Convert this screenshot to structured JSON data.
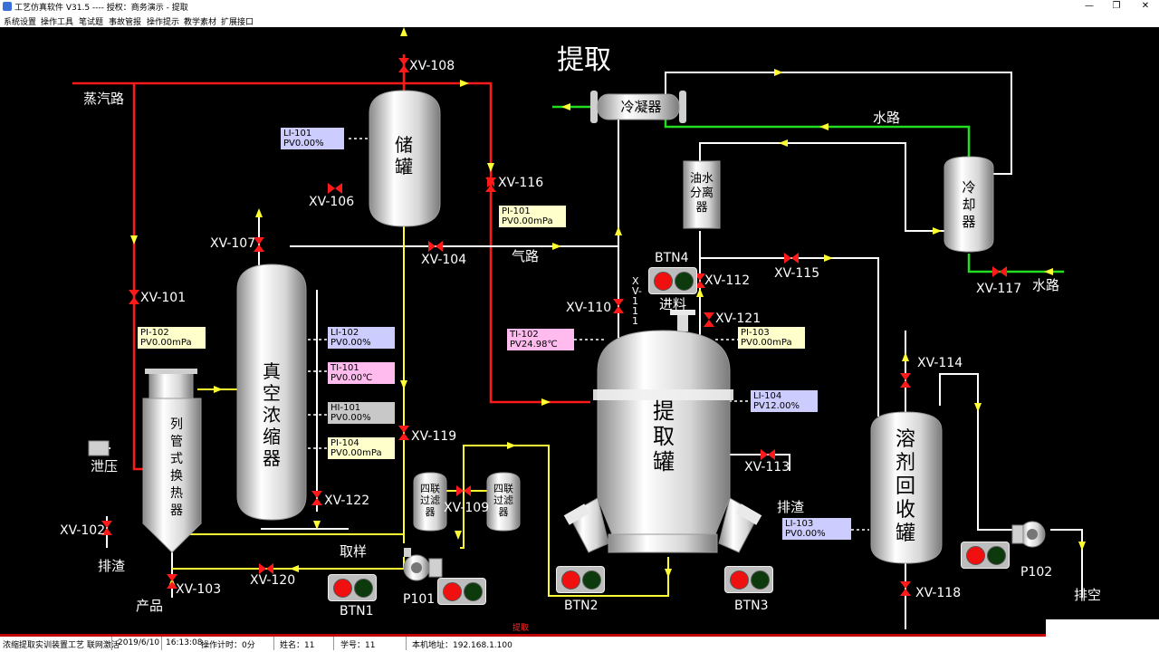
{
  "window": {
    "title": "工艺仿真软件  V31.5   ----  授权：商务演示 - 提取",
    "minimize": "—",
    "restore": "❐",
    "close": "✕"
  },
  "menu": [
    "系统设置",
    "操作工具",
    "笔试题",
    "事故管报",
    "操作提示",
    "教学素材",
    "扩展接口"
  ],
  "page_title": "提取",
  "vessels": {
    "storage_tank": "储\n罐",
    "vacuum_concentrator": "真\n空\n浓\n缩\n器",
    "tube_heat_exchanger": "列\n管\n式\n换\n热\n器",
    "extraction_tank": "提\n取\n罐",
    "solvent_recovery_tank": "溶\n剂\n回\n收\n罐",
    "condenser": "冷凝器",
    "oil_water_separator": "油水\n分离\n器",
    "cooler": "冷\n却\n器",
    "filter_left": "四联\n过滤\n器",
    "filter_right": "四联\n过滤\n器"
  },
  "valves": {
    "xv101": "XV-101",
    "xv102": "XV-102",
    "xv103": "XV-103",
    "xv104": "XV-104",
    "xv106": "XV-106",
    "xv107": "XV-107",
    "xv108": "XV-108",
    "xv109": "XV-109",
    "xv110": "XV-110",
    "xv111": "XV-111",
    "xv112": "XV-112",
    "xv113": "XV-113",
    "xv114": "XV-114",
    "xv115": "XV-115",
    "xv116": "XV-116",
    "xv117": "XV-117",
    "xv118": "XV-118",
    "xv119": "XV-119",
    "xv120": "XV-120",
    "xv121": "XV-121",
    "xv122": "XV-122"
  },
  "labels": {
    "steam_line": "蒸汽路",
    "pressure_relief": "泄压",
    "slag_left": "排渣",
    "product": "产品",
    "sample": "取样",
    "gas_line": "气路",
    "water_line_top": "水路",
    "water_line_right": "水路",
    "feed": "进料",
    "slag_right": "排渣",
    "vent": "排空",
    "p101": "P101",
    "p102": "P102",
    "btn1": "BTN1",
    "btn2": "BTN2",
    "btn3": "BTN3",
    "btn4": "BTN4"
  },
  "instruments": {
    "li101": {
      "tag": "LI-101",
      "value": "PV0.00%"
    },
    "pi102": {
      "tag": "PI-102",
      "value": "PV0.00mPa"
    },
    "li102": {
      "tag": "LI-102",
      "value": "PV0.00%"
    },
    "ti101": {
      "tag": "TI-101",
      "value": "PV0.00℃"
    },
    "hi101": {
      "tag": "HI-101",
      "value": "PV0.00%"
    },
    "pi104": {
      "tag": "PI-104",
      "value": "PV0.00mPa"
    },
    "pi101": {
      "tag": "PI-101",
      "value": "PV0.00mPa"
    },
    "ti102": {
      "tag": "TI-102",
      "value": "PV24.98℃"
    },
    "pi103": {
      "tag": "PI-103",
      "value": "PV0.00mPa"
    },
    "li104": {
      "tag": "LI-104",
      "value": "PV12.00%"
    },
    "li103": {
      "tag": "LI-103",
      "value": "PV0.00%"
    }
  },
  "scroll_tab": "提取",
  "status": {
    "device": "浓缩提取实训装置工艺 联网激活",
    "date": "2019/6/10",
    "time": "16:13:08",
    "op_timer": "操作计时：0分",
    "name": "姓名：11",
    "student_id": "学号：11",
    "host": "本机地址：192.168.1.100"
  },
  "colors": {
    "steam": "#ff1a1a",
    "water": "#22dd22",
    "liquid": "#ffff33",
    "gas": "#ffffff",
    "valve": "#ff1a1a"
  }
}
